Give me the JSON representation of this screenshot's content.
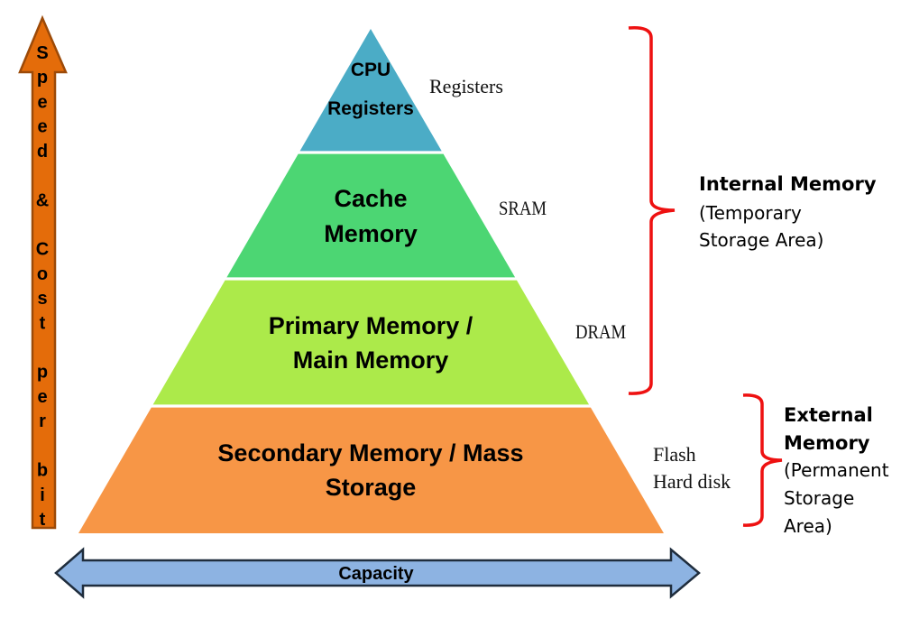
{
  "title": "Memory Hierarchy",
  "pyramid": {
    "tiers": [
      {
        "id": "registers",
        "lines": [
          "CPU",
          "Registers"
        ],
        "technology": [
          "Registers"
        ],
        "color": "#4bacc6"
      },
      {
        "id": "cache",
        "lines": [
          "Cache",
          "Memory"
        ],
        "technology": [
          "SRAM"
        ],
        "color": "#4cd673"
      },
      {
        "id": "primary",
        "lines": [
          "Primary Memory /",
          "Main Memory"
        ],
        "technology": [
          "DRAM"
        ],
        "color": "#acea4a"
      },
      {
        "id": "secondary",
        "lines": [
          "Secondary Memory / Mass",
          "Storage"
        ],
        "technology": [
          "Flash",
          "Hard disk"
        ],
        "color": "#f79646"
      }
    ]
  },
  "groups": {
    "internal": {
      "title": "Internal Memory",
      "subtitle": [
        "(Temporary",
        "Storage Area)"
      ],
      "bracket_color": "#ee1111"
    },
    "external": {
      "title": [
        "External",
        "Memory"
      ],
      "subtitle": [
        "(Permanent",
        "Storage",
        "Area)"
      ],
      "bracket_color": "#ee1111"
    }
  },
  "axes": {
    "vertical": {
      "label": "Speed & Cost per bit",
      "letters": [
        "S",
        "p",
        "e",
        "e",
        "d",
        "",
        "&",
        "",
        "C",
        "o",
        "s",
        "t",
        "",
        "p",
        "e",
        "r",
        "",
        "b",
        "i",
        "t"
      ],
      "fill": "#e46c0a",
      "stroke": "#9c4a08"
    },
    "horizontal": {
      "label": "Capacity",
      "fill": "#8db3e2",
      "stroke": "#1f2d3d"
    }
  }
}
